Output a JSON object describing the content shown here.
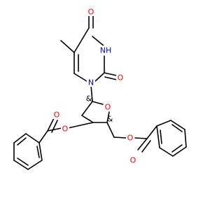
{
  "molecule": {
    "atoms": {
      "o_pyr_top": {
        "symbol": "O",
        "color": "#ff0000"
      },
      "n_pyr_3": {
        "symbol": "NH",
        "color": "#0000ff"
      },
      "o_pyr_c2": {
        "symbol": "O",
        "color": "#ff0000"
      },
      "n_pyr_1": {
        "symbol": "N",
        "color": "#0000ff"
      },
      "o_ring": {
        "symbol": "O",
        "color": "#ff0000"
      },
      "o_ester_3p": {
        "symbol": "O",
        "color": "#ff0000"
      },
      "o_carbonyl_left": {
        "symbol": "O",
        "color": "#ff0000"
      },
      "o_ester_5p": {
        "symbol": "O",
        "color": "#ff0000"
      },
      "o_carbonyl_right": {
        "symbol": "O",
        "color": "#ff0000"
      }
    },
    "stereo_marks": {
      "c1p": {
        "symbol": "&"
      },
      "c4p": {
        "symbol": "&"
      }
    }
  }
}
